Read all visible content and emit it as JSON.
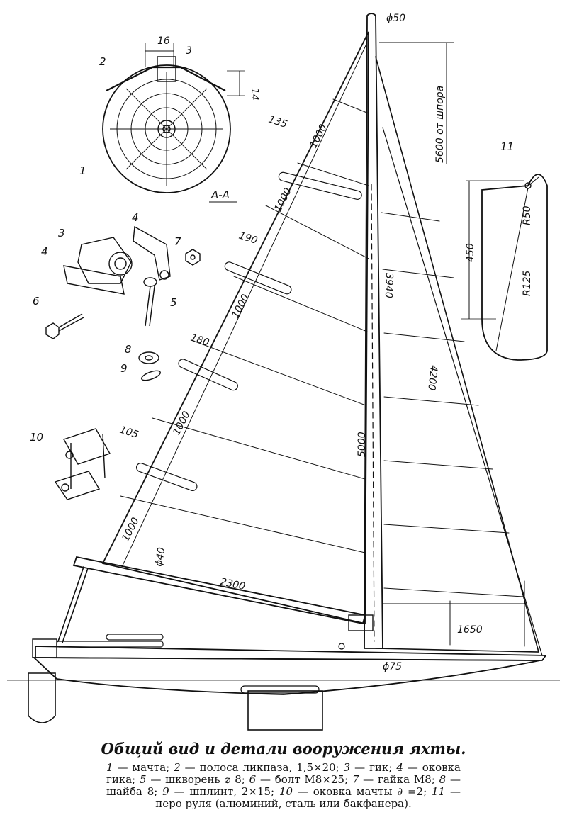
{
  "dimensions": {
    "mast_top_dia": "ϕ50",
    "height_from_step": "5600 от шпора",
    "sail_panel_1": "1000",
    "sail_panel_2": "1000",
    "sail_panel_3": "1000",
    "sail_panel_4": "1000",
    "sail_panel_5": "1000",
    "batten_1": "135",
    "batten_2": "190",
    "batten_3": "180",
    "batten_4": "105",
    "boom_dia": "ϕ40",
    "boom_length": "2300",
    "mast_length_a": "3940",
    "mast_length_b": "5000",
    "leech": "4200",
    "foot": "1650",
    "mast_base_dia": "ϕ75",
    "section_slot_width": "16",
    "section_slot_gap": "3",
    "section_depth": "14",
    "section_name": "A-A",
    "rudder_height": "450",
    "rudder_r_top": "R50",
    "rudder_r_bottom": "R125"
  },
  "callouts": [
    "1",
    "2",
    "3",
    "4",
    "4",
    "5",
    "6",
    "7",
    "8",
    "9",
    "10",
    "11"
  ],
  "caption": {
    "title": "Общий вид и детали вооружения яхты.",
    "legend": [
      {
        "n": "1",
        "text": "— мачта;"
      },
      {
        "n": "2",
        "text": "— полоса ликпаза, 1,5×20;"
      },
      {
        "n": "3",
        "text": "— гик;"
      },
      {
        "n": "4",
        "text": "— оковка гика;"
      },
      {
        "n": "5",
        "text": "— шкворень ⌀ 8;"
      },
      {
        "n": "6",
        "text": "— болт M8×25;"
      },
      {
        "n": "7",
        "text": "— гайка М8;"
      },
      {
        "n": "8",
        "text": "— шайба 8;"
      },
      {
        "n": "9",
        "text": "— шплинт, 2×15;"
      },
      {
        "n": "10",
        "text": "— оковка мачты ∂ =2;"
      },
      {
        "n": "11",
        "text": "— перо руля (алюминий, сталь или бакфанера)."
      }
    ]
  }
}
